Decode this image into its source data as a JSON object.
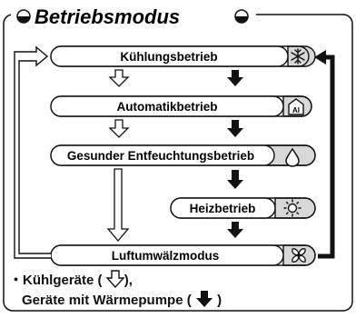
{
  "title": "Betriebsmodus",
  "modes": [
    {
      "label": "Kühlungsbetrieb",
      "icon": "snowflake-icon"
    },
    {
      "label": "Automatikbetrieb",
      "icon": "ai-auto-icon"
    },
    {
      "label": "Gesunder Entfeuchtungsbetrieb",
      "icon": "water-drop-icon"
    },
    {
      "label": "Heizbetrieb",
      "icon": "sun-icon"
    },
    {
      "label": "Luftumwälzmodus",
      "icon": "fan-icon"
    }
  ],
  "legend": {
    "bullet": "・",
    "line1_prefix": "Kühlgeräte (",
    "line1_suffix": "),",
    "line2_prefix": "Geräte mit Wärmepumpe (",
    "line2_suffix": ")"
  },
  "colors": {
    "ink": "#111111",
    "pill_icon_bg": "#d8d8d8"
  }
}
